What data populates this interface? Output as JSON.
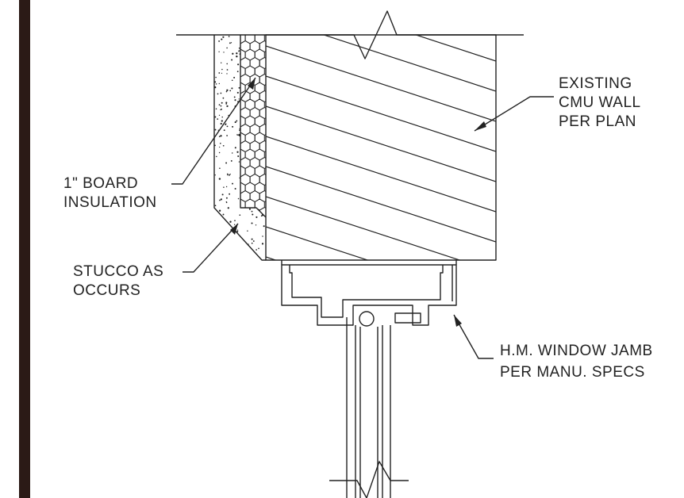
{
  "labels": {
    "cmu_wall": [
      "EXISTING",
      "CMU  WALL",
      "PER  PLAN"
    ],
    "board_insulation": [
      "1\"  BOARD",
      "INSULATION"
    ],
    "stucco": [
      "STUCCO  AS",
      "OCCURS"
    ],
    "window_jamb": [
      "H.M.  WINDOW  JAMB",
      "PER  MANU.  SPECS"
    ]
  },
  "colors": {
    "ink": "#222222",
    "paper": "#ffffff",
    "title_bar": "#2b1a16"
  }
}
